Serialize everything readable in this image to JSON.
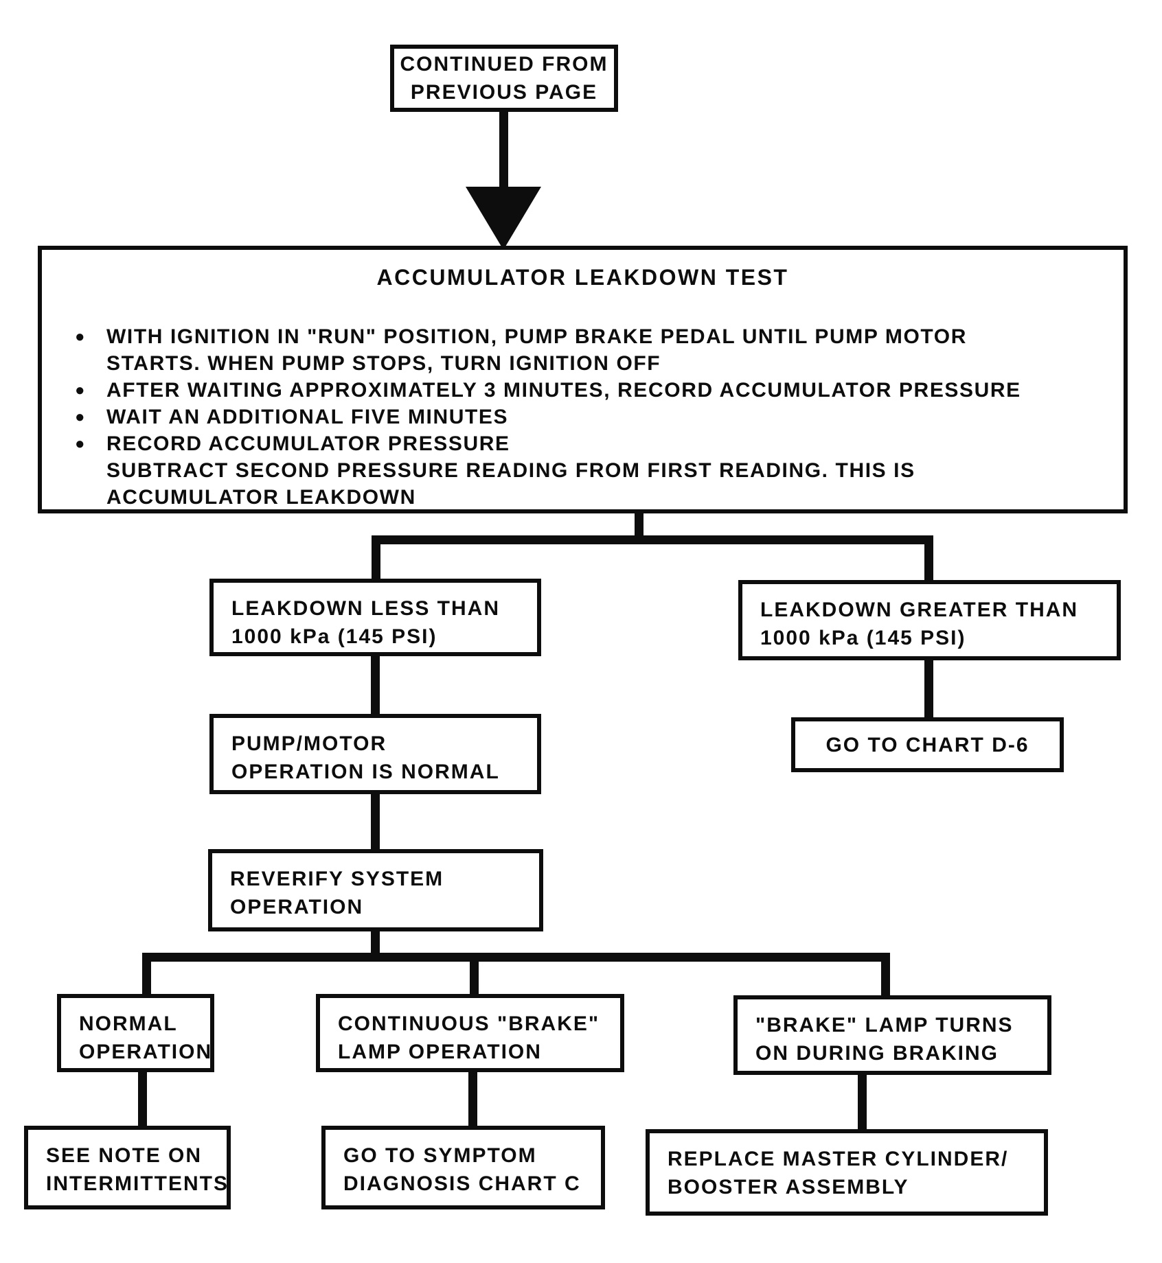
{
  "page": {
    "background": "#ffffff",
    "line_color": "#0d0d0d"
  },
  "flowchart": {
    "continued_from": {
      "lines": [
        "CONTINUED FROM",
        "PREVIOUS PAGE"
      ]
    },
    "accumulator_test": {
      "title": "ACCUMULATOR LEAKDOWN TEST",
      "bullet_glyph": "●",
      "steps": [
        {
          "bullet": true,
          "text": "WITH IGNITION IN \"RUN\" POSITION, PUMP BRAKE PEDAL UNTIL PUMP MOTOR"
        },
        {
          "bullet": false,
          "text": "STARTS. WHEN PUMP STOPS, TURN IGNITION OFF"
        },
        {
          "bullet": true,
          "text": "AFTER WAITING APPROXIMATELY 3 MINUTES, RECORD ACCUMULATOR PRESSURE"
        },
        {
          "bullet": true,
          "text": "WAIT AN ADDITIONAL FIVE MINUTES"
        },
        {
          "bullet": true,
          "text": "RECORD ACCUMULATOR PRESSURE"
        },
        {
          "bullet": false,
          "text": "SUBTRACT SECOND PRESSURE READING FROM FIRST READING. THIS IS"
        },
        {
          "bullet": false,
          "text": "ACCUMULATOR LEAKDOWN"
        }
      ]
    },
    "leakdown_less": {
      "lines": [
        "LEAKDOWN LESS THAN",
        "1000 kPa (145 PSI)"
      ]
    },
    "leakdown_greater": {
      "lines": [
        "LEAKDOWN GREATER THAN",
        "1000 kPa (145 PSI)"
      ]
    },
    "pump_motor_normal": {
      "lines": [
        "PUMP/MOTOR",
        "OPERATION IS NORMAL"
      ]
    },
    "go_to_chart_d6": {
      "lines": [
        "GO TO CHART D-6"
      ]
    },
    "reverify": {
      "lines": [
        "REVERIFY SYSTEM",
        "OPERATION"
      ]
    },
    "normal_operation": {
      "lines": [
        "NORMAL",
        "OPERATION"
      ]
    },
    "continuous_brake_lamp": {
      "lines": [
        "CONTINUOUS \"BRAKE\"",
        "LAMP OPERATION"
      ]
    },
    "brake_lamp_braking": {
      "lines": [
        "\"BRAKE\" LAMP TURNS",
        "ON DURING BRAKING"
      ]
    },
    "see_note": {
      "lines": [
        "SEE NOTE ON",
        "INTERMITTENTS"
      ]
    },
    "symptom_chart_c": {
      "lines": [
        "GO TO SYMPTOM",
        "DIAGNOSIS CHART C"
      ]
    },
    "replace_master": {
      "lines": [
        "REPLACE MASTER CYLINDER/",
        "BOOSTER ASSEMBLY"
      ]
    }
  }
}
